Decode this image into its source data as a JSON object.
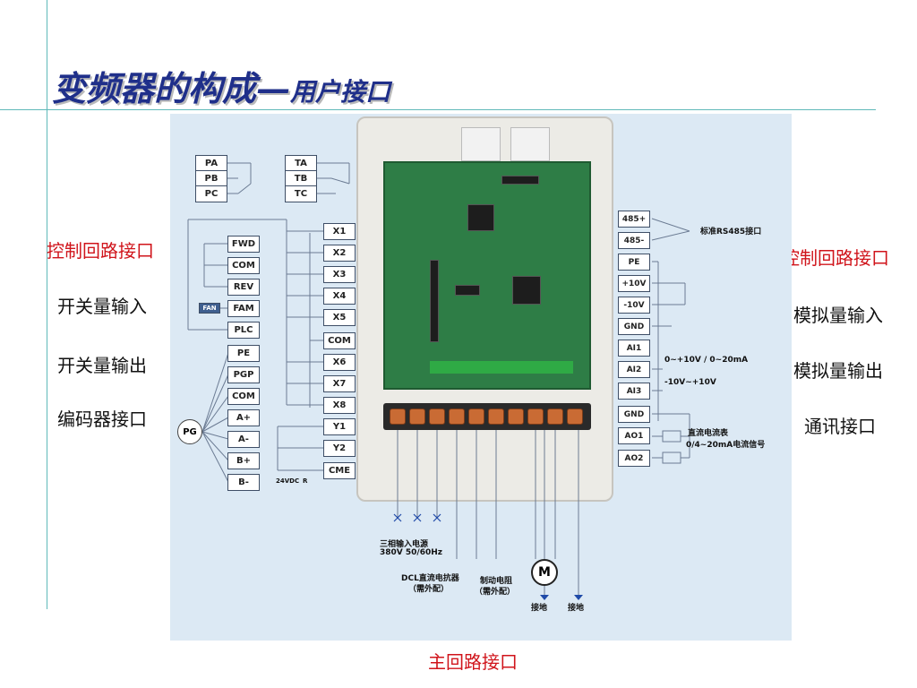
{
  "slide": {
    "title_main": "变频器的构成—",
    "title_sub": "用户接口",
    "left_labels": {
      "control": "控制回路接口",
      "switch_in": "开关量输入",
      "switch_out": "开关量输出",
      "encoder": "编码器接口"
    },
    "right_labels": {
      "control": "控制回路接口",
      "analog_in": "模拟量输入",
      "analog_out": "模拟量输出",
      "comm": "通讯接口"
    },
    "footer": "主回路接口"
  },
  "diagram": {
    "relay_a": [
      "PA",
      "PB",
      "PC"
    ],
    "relay_t": [
      "TA",
      "TB",
      "TC"
    ],
    "left_terms": [
      "FWD",
      "COM",
      "REV",
      "FAM",
      "PLC",
      "PE",
      "PGP",
      "COM",
      "A+",
      "A-",
      "B+",
      "B-"
    ],
    "mid_terms": [
      "X1",
      "X2",
      "X3",
      "X4",
      "X5",
      "COM",
      "X6",
      "X7",
      "X8",
      "Y1",
      "Y2",
      "CME"
    ],
    "right_terms": [
      "485+",
      "485-",
      "PE",
      "+10V",
      "-10V",
      "GND",
      "AI1",
      "AI2",
      "AI3",
      "GND",
      "AO1",
      "AO2"
    ],
    "pg_label": "PG",
    "motor_label": "M",
    "rs485_note": "标准RS485接口",
    "ai2_range": "0~+10V / 0~20mA",
    "ai3_range": "-10V~+10V",
    "meter_note_1": "直流电流表",
    "meter_note_2": "0/4~20mA电流信号",
    "power_note_1": "三相输入电源",
    "power_note_2": "380V 50/60Hz",
    "dcl_note_1": "DCL直流电抗器",
    "dcl_note_2": "（需外配）",
    "brake_note_1": "制动电阻",
    "brake_note_2": "（需外配）",
    "ground_1": "接地",
    "ground_2": "接地",
    "supply_24v": "24VDC",
    "supply_r": "R",
    "fam_tag": "FAN"
  }
}
